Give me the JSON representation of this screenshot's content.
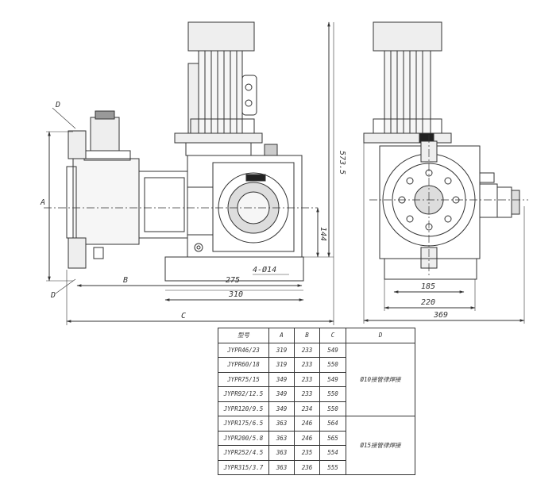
{
  "dimensions": {
    "d_top": "D",
    "d_bottom": "D",
    "a": "A",
    "b": "B",
    "c": "C",
    "d275": "275",
    "d310": "310",
    "d573": "573.5",
    "d144": "144",
    "d_holes": "4-Ø14",
    "d185": "185",
    "d220": "220",
    "d369": "369"
  },
  "table": {
    "headers": [
      "型号",
      "A",
      "B",
      "C",
      "D"
    ],
    "rows": [
      {
        "model": "JYPR46/23",
        "a": "319",
        "b": "233",
        "c": "549"
      },
      {
        "model": "JYPR60/18",
        "a": "319",
        "b": "233",
        "c": "550"
      },
      {
        "model": "JYPR75/15",
        "a": "349",
        "b": "233",
        "c": "549"
      },
      {
        "model": "JYPR92/12.5",
        "a": "349",
        "b": "233",
        "c": "550"
      },
      {
        "model": "JYPR120/9.5",
        "a": "349",
        "b": "234",
        "c": "550"
      },
      {
        "model": "JYPR175/6.5",
        "a": "363",
        "b": "246",
        "c": "564"
      },
      {
        "model": "JYPR200/5.8",
        "a": "363",
        "b": "246",
        "c": "565"
      },
      {
        "model": "JYPR252/4.5",
        "a": "363",
        "b": "235",
        "c": "554"
      },
      {
        "model": "JYPR315/3.7",
        "a": "363",
        "b": "236",
        "c": "555"
      }
    ],
    "d_group1": "Ø10接管律焊接",
    "d_group2": "Ø15接管律焊接"
  }
}
